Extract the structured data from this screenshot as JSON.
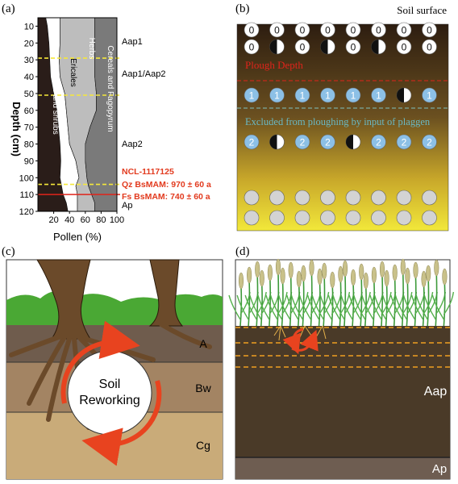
{
  "panels": {
    "a": {
      "tag": "(a)",
      "y_axis_label": "Depth (cm)",
      "x_axis_label": "Pollen (%)",
      "y_ticks": [
        "10",
        "20",
        "30",
        "40",
        "50",
        "60",
        "70",
        "80",
        "90",
        "100",
        "110",
        "120"
      ],
      "x_ticks": [
        "20",
        "40",
        "60",
        "80",
        "100"
      ],
      "zones": [
        "Trees and shrubs",
        "Ericales",
        "Herbs",
        "Cereals and Fagopyrum"
      ],
      "horizons": [
        "Aap1",
        "Aap1/Aap2",
        "Aap2",
        "Ap"
      ],
      "dates": {
        "lab_id": "NCL-1117125",
        "qz": "Qz BsMAM: 970 ± 60 a",
        "fs": "Fs BsMAM: 740 ± 60 a"
      }
    },
    "b": {
      "tag": "(b)",
      "soil_surface": "Soil surface",
      "plough_depth": "Plough Depth",
      "excluded": "Excluded from ploughing by input of plaggen",
      "grain_rows": [
        [
          "0",
          "0",
          "0",
          "0",
          "0",
          "0",
          "0",
          "0"
        ],
        [
          "0",
          "half",
          "0",
          "half",
          "0",
          "half",
          "0",
          "0"
        ],
        [
          "1",
          "1",
          "1",
          "1",
          "1",
          "1",
          "half",
          "1"
        ],
        [
          "2",
          "half",
          "2",
          "2",
          "half",
          "2",
          "2",
          "2"
        ],
        [
          "",
          "",
          "",
          "",
          "",
          "",
          "",
          ""
        ],
        [
          "",
          "",
          "",
          "",
          "",
          "",
          "",
          ""
        ]
      ]
    },
    "c": {
      "tag": "(c)",
      "center_label_1": "Soil",
      "center_label_2": "Reworking",
      "horizons": [
        "A",
        "Bw",
        "Cg"
      ]
    },
    "d": {
      "tag": "(d)",
      "horizons": [
        "Aap",
        "Ap"
      ]
    }
  },
  "chart_data": {
    "type": "area",
    "title": "",
    "xlabel": "Pollen (%)",
    "ylabel": "Depth (cm)",
    "xlim": [
      0,
      100
    ],
    "ylim": [
      120,
      5
    ],
    "depth": [
      5,
      10,
      20,
      30,
      40,
      50,
      60,
      70,
      80,
      90,
      100,
      105,
      110,
      115,
      120
    ],
    "series": [
      {
        "name": "Trees and shrubs",
        "values": [
          10,
          12,
          14,
          15,
          16,
          20,
          24,
          26,
          28,
          29,
          28,
          30,
          32,
          36,
          38
        ]
      },
      {
        "name": "Ericales",
        "values": [
          28,
          28,
          28,
          27,
          28,
          34,
          36,
          38,
          40,
          48,
          52,
          48,
          50,
          50,
          50
        ]
      },
      {
        "name": "Herbs",
        "values": [
          72,
          72,
          72,
          72,
          72,
          74,
          74,
          66,
          60,
          60,
          62,
          64,
          68,
          72,
          72
        ]
      },
      {
        "name": "Cereals and Fagopyrum",
        "values": [
          100,
          100,
          100,
          100,
          100,
          100,
          100,
          100,
          100,
          100,
          100,
          100,
          100,
          100,
          100
        ]
      }
    ],
    "reference_lines_depth": [
      29,
      51,
      104,
      110
    ]
  }
}
